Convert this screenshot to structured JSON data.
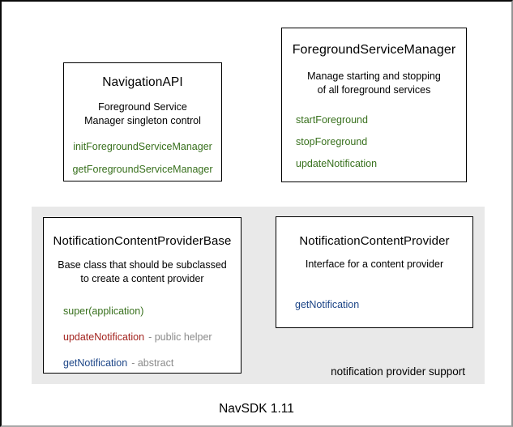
{
  "colors": {
    "method_green": "#38701d",
    "method_red": "#a3241f",
    "method_blue": "#1c4587",
    "annotation_gray": "#8a8a8a",
    "group_background": "#e9e9e9",
    "box_border": "#000000"
  },
  "footer_label": "NavSDK 1.11",
  "group": {
    "label": "notification provider support"
  },
  "boxes": {
    "navigation_api": {
      "title": "NavigationAPI",
      "description_lines": [
        "Foreground Service",
        "Manager singleton control"
      ],
      "methods": [
        {
          "label": "initForegroundServiceManager",
          "color": "green"
        },
        {
          "label": "getForegroundServiceManager",
          "color": "green"
        }
      ]
    },
    "foreground_service_manager": {
      "title": "ForegroundServiceManager",
      "description_lines": [
        "Manage starting and stopping",
        "of all foreground services"
      ],
      "methods": [
        {
          "label": "startForeground",
          "color": "green"
        },
        {
          "label": "stopForeground",
          "color": "green"
        },
        {
          "label": "updateNotification",
          "color": "green"
        }
      ]
    },
    "notification_content_provider_base": {
      "title": "NotificationContentProviderBase",
      "description_lines": [
        "Base class that should be subclassed",
        "to create a content provider"
      ],
      "methods": [
        {
          "label": "super(application)",
          "color": "green",
          "annotation": ""
        },
        {
          "label": "updateNotification",
          "color": "red",
          "annotation": "- public helper"
        },
        {
          "label": "getNotification",
          "color": "blue",
          "annotation": "- abstract"
        }
      ]
    },
    "notification_content_provider": {
      "title": "NotificationContentProvider",
      "description_lines": [
        "Interface for a content provider"
      ],
      "methods": [
        {
          "label": "getNotification",
          "color": "blue"
        }
      ]
    }
  }
}
